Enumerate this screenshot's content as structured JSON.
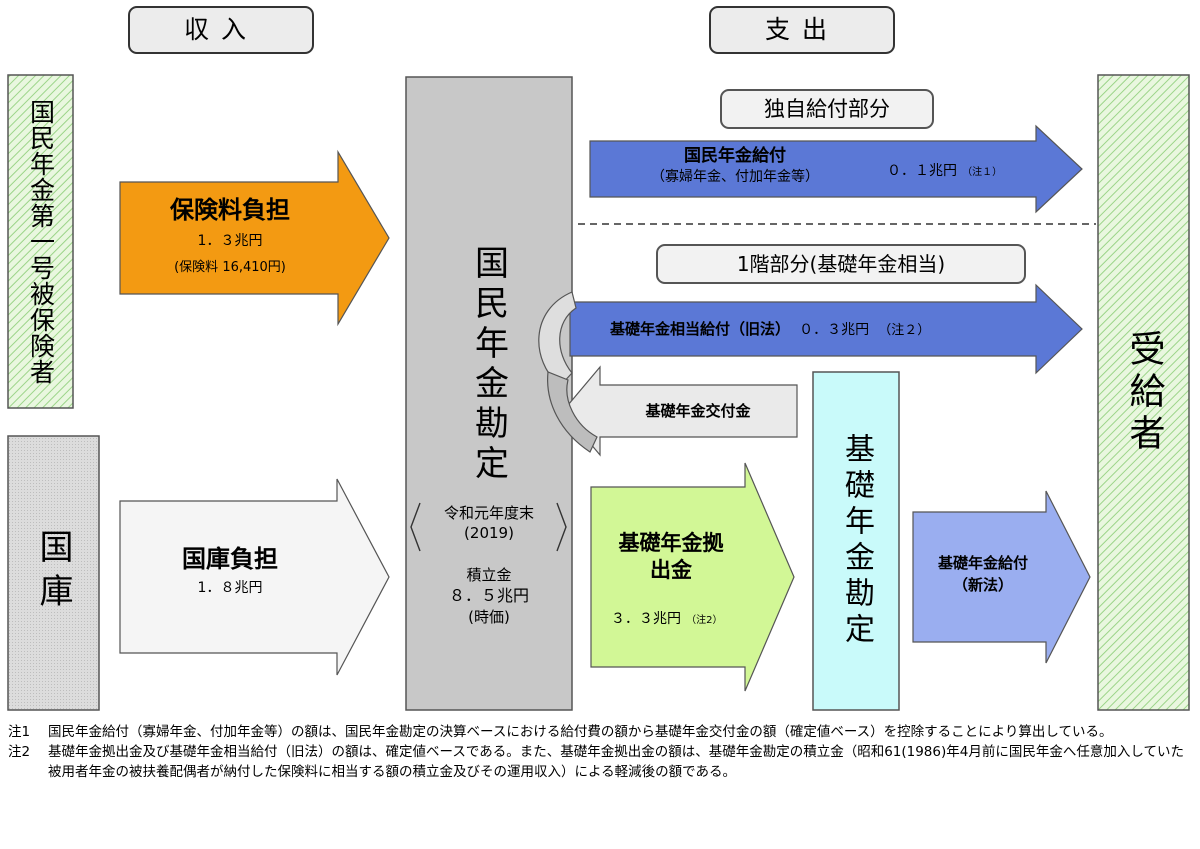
{
  "headers": {
    "income": "収入",
    "expenditure": "支出"
  },
  "insured": {
    "label": "国民年金第一号被保険者"
  },
  "treasury": {
    "label": "国庫"
  },
  "premium_arrow": {
    "title": "保険料負担",
    "amount": "1．３兆円",
    "note": "(保険料 16,410円)"
  },
  "treasury_arrow": {
    "title": "国庫負担",
    "amount": "1．８兆円"
  },
  "npa": {
    "label": "国民年金勘定",
    "period": "令和元年度末\n(2019)",
    "fund_label": "積立金",
    "fund_amount": "８．５兆円",
    "fund_note": "(時価)"
  },
  "own_benefit": {
    "label": "独自給付部分"
  },
  "np_benefit": {
    "title": "国民年金給付",
    "sub": "（寡婦年金、付加年金等）",
    "amount": "０．１兆円",
    "note": "（注１）"
  },
  "tier1": {
    "label": "1階部分(基礎年金相当)"
  },
  "basic_equiv": {
    "title": "基礎年金相当給付（旧法）",
    "amount": "０．３兆円",
    "note": "（注２）"
  },
  "grant": {
    "label": "基礎年金交付金"
  },
  "contribution": {
    "title": "基礎年金拠出金",
    "amount": "３．３兆円",
    "note": "（注2）"
  },
  "bpa": {
    "label": "基礎年金勘定"
  },
  "basic_new": {
    "title": "基礎年金給付",
    "sub": "（新法）"
  },
  "recipient": {
    "label": "受給者"
  },
  "notes": [
    {
      "label": "注1",
      "text": "国民年金給付（寡婦年金、付加年金等）の額は、国民年金勘定の決算ベースにおける給付費の額から基礎年金交付金の額（確定値ベース）を控除することにより算出している。"
    },
    {
      "label": "注2",
      "text": "基礎年金拠出金及び基礎年金相当給付（旧法）の額は、確定値ベースである。また、基礎年金拠出金の額は、基礎年金勘定の積立金（昭和61(1986)年4月前に国民年金へ任意加入していた被用者年金の被扶養配偶者が納付した保険料に相当する額の積立金及びその運用収入）による軽減後の額である。"
    }
  ],
  "colors": {
    "insured_fill": "#e9f7df",
    "insured_stripe": "#9bd488",
    "treasury_fill": "#d8d8d8",
    "npa_fill": "#c8c8c8",
    "premium": "#f39a12",
    "treasury_arrow": "#f5f5f5",
    "blue_arrow": "#5b78d6",
    "blue_light": "#9aaef0",
    "green_arrow": "#d2f796",
    "bpa_fill": "#c9fafa",
    "grant_fill": "#eaeaea"
  }
}
